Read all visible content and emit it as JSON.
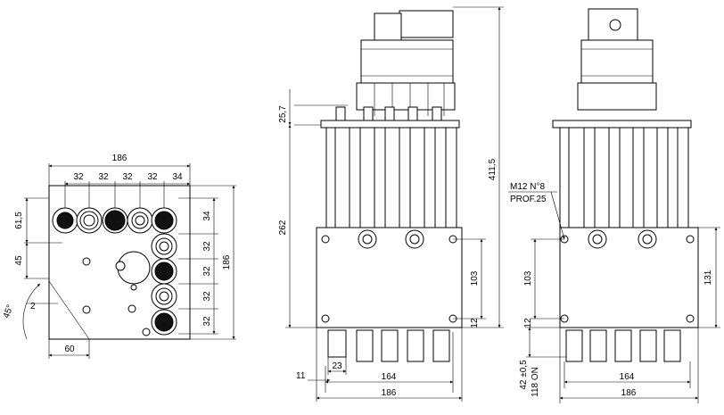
{
  "dimensions": {
    "top_view": {
      "width_186": "186",
      "pitch_1": "32",
      "pitch_2": "32",
      "pitch_3": "32",
      "pitch_4": "32",
      "pitch_5": "34",
      "left_61": "61,5",
      "left_45": "45",
      "offset_2": "2",
      "angle_45": "45°",
      "bottom_60": "60",
      "right_34": "34",
      "right_32a": "32",
      "right_32b": "32",
      "right_32c": "32",
      "right_32d": "32",
      "height_186": "186"
    },
    "front_view": {
      "dim_25_7": "25,7",
      "dim_262": "262",
      "dim_411_5": "411,5",
      "dim_103": "103",
      "dim_12": "12",
      "dim_23": "23",
      "dim_11": "11",
      "dim_164": "164",
      "dim_186": "186"
    },
    "side_view": {
      "note_line1": "M12  N°8",
      "note_line2": "PROF.25",
      "dim_103": "103",
      "dim_12": "12",
      "dim_131": "131",
      "dim_42": "42 ±0,5",
      "dim_118": "118 ON",
      "dim_164": "164",
      "dim_186": "186"
    }
  }
}
